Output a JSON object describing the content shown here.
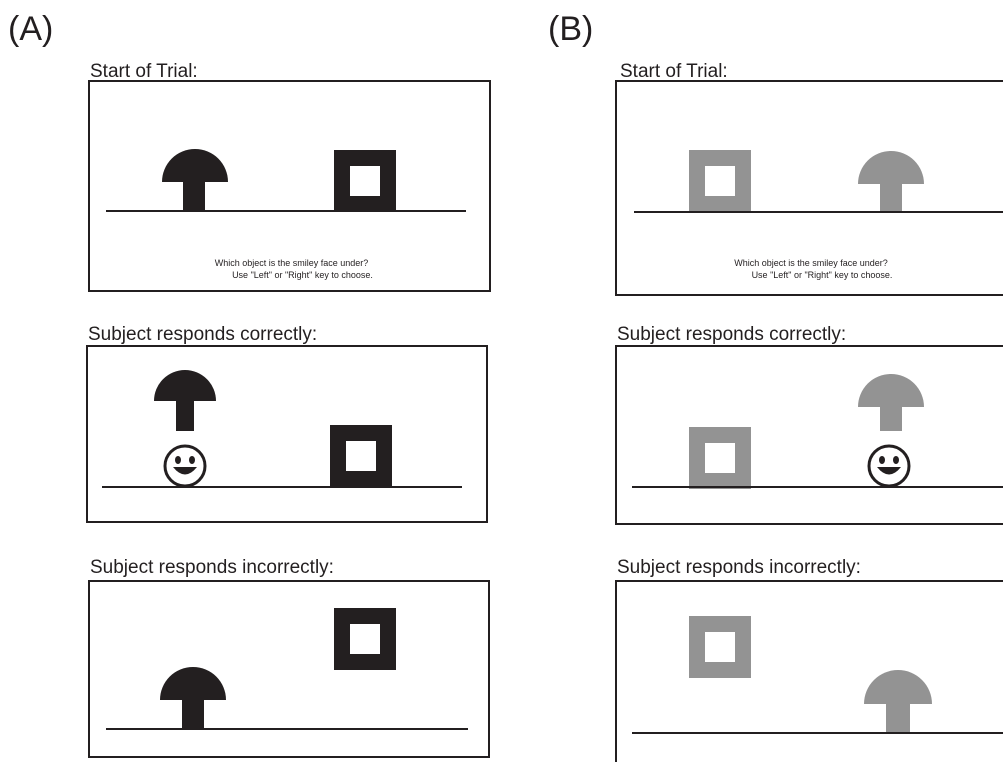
{
  "panels": [
    {
      "label": "(A)",
      "scenes": [
        {
          "caption": "Start of Trial:",
          "instruction_line1": "Which object is the smiley face under?",
          "instruction_line2": "Use \"Left\" or \"Right\" key to choose."
        },
        {
          "caption": "Subject responds correctly:"
        },
        {
          "caption": "Subject responds incorrectly:"
        }
      ]
    },
    {
      "label": "(B)",
      "scenes": [
        {
          "caption": "Start of Trial:",
          "instruction_line1": "Which object is the smiley face under?",
          "instruction_line2": "Use \"Left\" or \"Right\" key to choose."
        },
        {
          "caption": "Subject responds correctly:"
        },
        {
          "caption": "Subject responds incorrectly:"
        }
      ]
    }
  ],
  "colors": {
    "dark_object": "#231f20",
    "gray_object": "#939393",
    "line": "#231f20",
    "background": "#ffffff"
  },
  "icons": {
    "object_a": "mushroom-icon",
    "object_b": "hollow-square-icon",
    "reward": "smiley-face-icon"
  }
}
